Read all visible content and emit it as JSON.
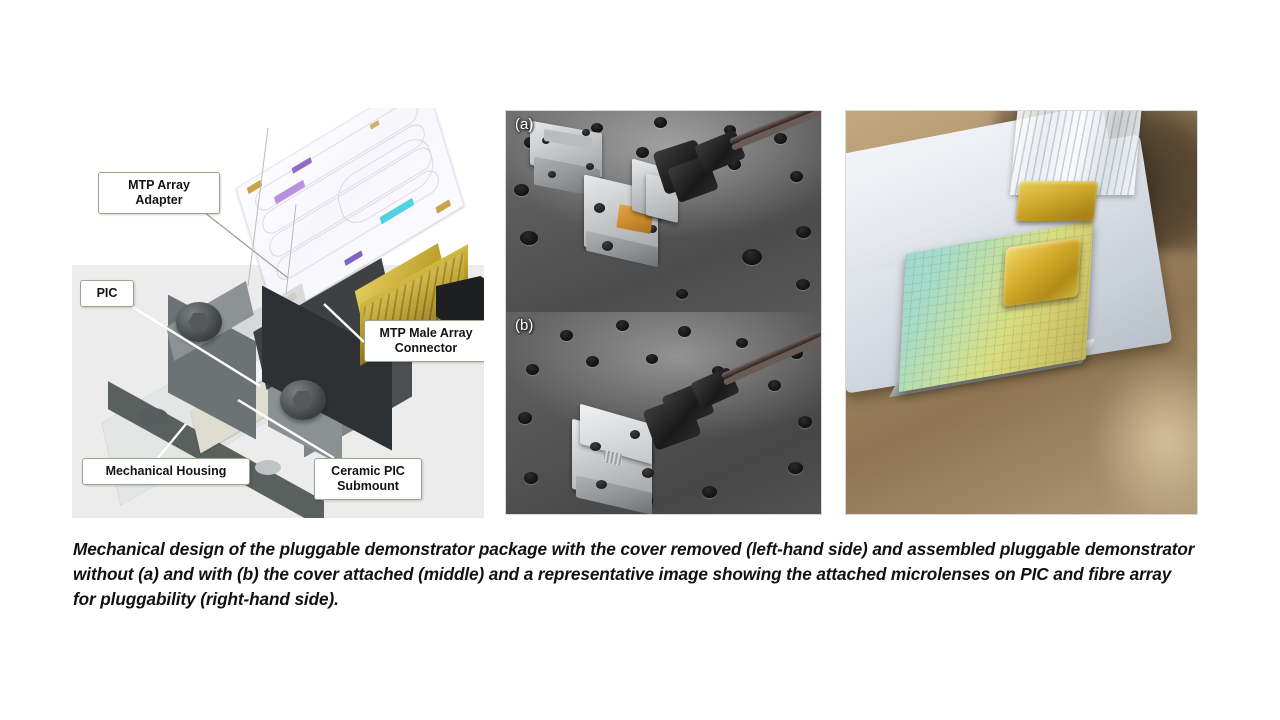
{
  "figure": {
    "caption": "Mechanical design of the pluggable demonstrator package with the cover removed (left-hand side) and assembled pluggable demonstrator without (a) and with (b) the cover attached (middle) and a representative image showing the attached microlenses on PIC and fibre array for pluggability (right-hand side)."
  },
  "cad_panel": {
    "name": "Mechanical design of pluggable demonstrator package (cover removed)",
    "callouts": [
      {
        "id": "mtp-array-adapter",
        "label": "MTP Array\nAdapter"
      },
      {
        "id": "pic",
        "label": "PIC"
      },
      {
        "id": "mtp-male-array-connector",
        "label": "MTP Male Array\nConnector"
      },
      {
        "id": "mechanical-housing",
        "label": "Mechanical Housing"
      },
      {
        "id": "ceramic-pic-submount",
        "label": "Ceramic PIC\nSubmount"
      }
    ],
    "colors": {
      "backdrop": "#ececec",
      "callout_border": "#98a58f",
      "callout_fill": "#ffffff",
      "leader_line": "#ffffff",
      "housing_light": "#e4e6e6",
      "housing_dark": "#59605e",
      "adapter_dark": "#2e3133",
      "mtp_gold": "#b99c24",
      "submount": "#dfdcd0"
    }
  },
  "photo_panel_middle": {
    "name": "Assembled pluggable demonstrator photographs",
    "subpanels": [
      {
        "id": "a",
        "tag": "(a)",
        "description": "Assembled pluggable demonstrator without the cover attached"
      },
      {
        "id": "b",
        "tag": "(b)",
        "description": "Assembled pluggable demonstrator with the cover attached"
      }
    ],
    "colors": {
      "optical_table": "#575757",
      "table_hole": "#111111",
      "metal_block": "#c6c8ca",
      "cable_boot": "#1a1a1a",
      "orange_chip": "#c98a2c",
      "tag_text": "#ffffff"
    }
  },
  "photo_panel_right": {
    "name": "Representative image showing attached microlenses on PIC and fibre array",
    "colors": {
      "background_tan": "#a98f68",
      "white_mount": "#dfe4ea",
      "pic_teal": "#9fd9cf",
      "pic_yellow": "#c2b45c",
      "microlens_gold": "#d6ad2b",
      "fibre_array_clear": "#e6ebf0"
    }
  }
}
